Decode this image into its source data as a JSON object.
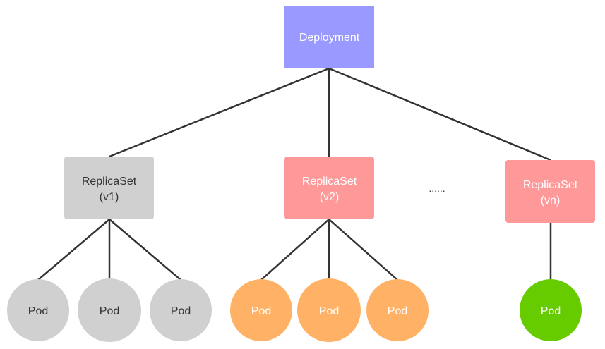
{
  "colors": {
    "deployment_fill": "#9999ff",
    "replicaset_old_fill": "#d0d0d0",
    "replicaset_new_fill": "#ff9999",
    "pod_old_fill": "#d0d0d0",
    "pod_mid_fill": "#ffb266",
    "pod_new_fill": "#66cc00",
    "edge_color": "#333333",
    "light_text": "#ffffff",
    "dark_text": "#333333"
  },
  "deployment": {
    "label": "Deployment"
  },
  "replicasets": [
    {
      "line1": "ReplicaSet",
      "line2": "(v1)",
      "state": "old"
    },
    {
      "line1": "ReplicaSet",
      "line2": "(v2)",
      "state": "new"
    },
    {
      "line1": "ReplicaSet",
      "line2": "(vn)",
      "state": "new"
    }
  ],
  "ellipsis": "......",
  "pods": [
    {
      "label": "Pod",
      "replicaset": 0,
      "state": "old"
    },
    {
      "label": "Pod",
      "replicaset": 0,
      "state": "old"
    },
    {
      "label": "Pod",
      "replicaset": 0,
      "state": "old"
    },
    {
      "label": "Pod",
      "replicaset": 1,
      "state": "mid"
    },
    {
      "label": "Pod",
      "replicaset": 1,
      "state": "mid"
    },
    {
      "label": "Pod",
      "replicaset": 1,
      "state": "mid"
    },
    {
      "label": "Pod",
      "replicaset": 2,
      "state": "new"
    }
  ]
}
